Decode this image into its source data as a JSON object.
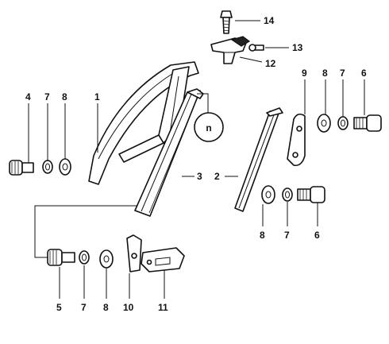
{
  "diagram": {
    "inset_label": "n",
    "callouts": [
      {
        "id": "c1",
        "text": "1"
      },
      {
        "id": "c2",
        "text": "2"
      },
      {
        "id": "c3",
        "text": "3"
      },
      {
        "id": "c4",
        "text": "4"
      },
      {
        "id": "c5",
        "text": "5"
      },
      {
        "id": "c6a",
        "text": "6"
      },
      {
        "id": "c6b",
        "text": "6"
      },
      {
        "id": "c7a",
        "text": "7"
      },
      {
        "id": "c7b",
        "text": "7"
      },
      {
        "id": "c7c",
        "text": "7"
      },
      {
        "id": "c7d",
        "text": "7"
      },
      {
        "id": "c8a",
        "text": "8"
      },
      {
        "id": "c8b",
        "text": "8"
      },
      {
        "id": "c8c",
        "text": "8"
      },
      {
        "id": "c8d",
        "text": "8"
      },
      {
        "id": "c9",
        "text": "9"
      },
      {
        "id": "c10",
        "text": "10"
      },
      {
        "id": "c11",
        "text": "11"
      },
      {
        "id": "c12",
        "text": "12"
      },
      {
        "id": "c13",
        "text": "13"
      },
      {
        "id": "c14",
        "text": "14"
      }
    ]
  }
}
